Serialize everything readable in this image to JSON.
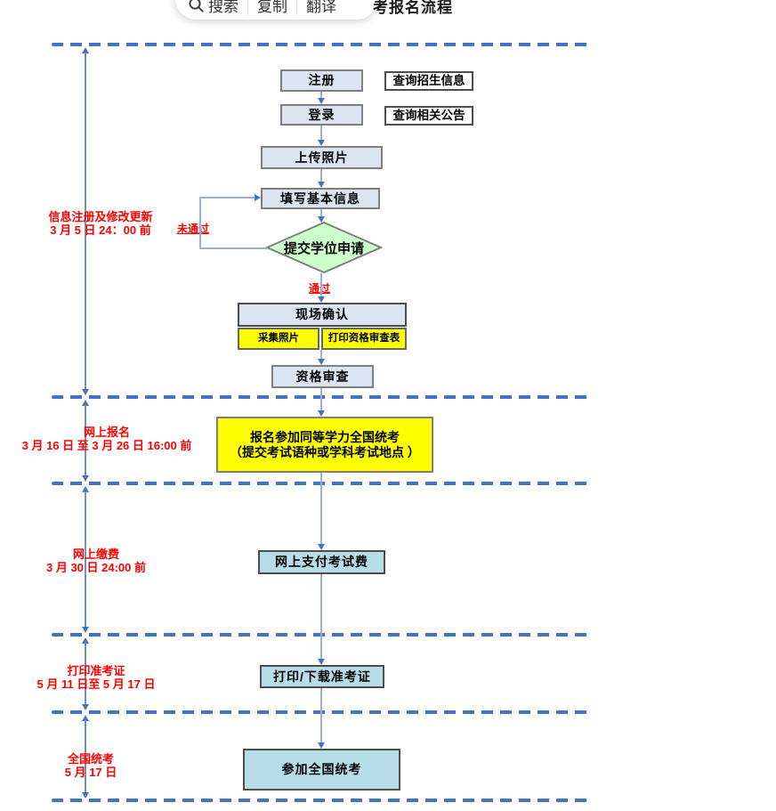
{
  "toolbar": {
    "search_label": "搜索",
    "copy_label": "复制",
    "translate_label": "翻译"
  },
  "page_title": "考报名流程",
  "phases": [
    {
      "name": "信息注册及修改更新",
      "date": "3 月 5 日 24：00 前"
    },
    {
      "name": "网上报名",
      "date": "3 月 16 日 至 3 月 26 日 16:00 前"
    },
    {
      "name": "网上缴费",
      "date": "3 月 30 日 24:00 前"
    },
    {
      "name": "打印准考证",
      "date": "5 月 11 日至 5 月 17 日"
    },
    {
      "name": "全国统考",
      "date": "5 月 17 日"
    }
  ],
  "flow": {
    "register": "注册",
    "login": "登录",
    "query_admission": "查询招生信息",
    "query_announcements": "查询相关公告",
    "upload_photo": "上传照片",
    "fill_basic_info": "填写基本信息",
    "submit_degree_application": "提交学位申请",
    "branch_fail": "未通过",
    "branch_pass": "通过",
    "onsite_confirmation": "现场确认",
    "collect_photo": "采集照片",
    "print_review_form": "打印资格审查表",
    "qualification_review": "资格审查",
    "signup_line1": "报名参加同等学力全国统考",
    "signup_line2": "（提交考试语种或学科考试地点 ）",
    "pay_exam_fee": "网上支付考试费",
    "print_admission_ticket": "打印/下载准考证",
    "take_national_exam": "参加全国统考"
  },
  "colors": {
    "dash_blue": "#4472c4",
    "connector_blue": "#95b3d7",
    "node_fill": "#dbe5f1",
    "cyan_fill": "#b7dee8",
    "green_fill": "#ccffcc",
    "yellow_fill": "#ffff00",
    "phase_red": "#ff0000"
  }
}
